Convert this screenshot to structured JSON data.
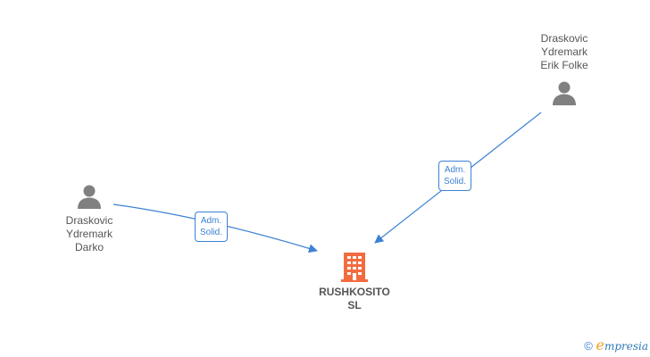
{
  "colors": {
    "edge": "#3b82d4",
    "person": "#808080",
    "company": "#f26c3f",
    "text": "#555555"
  },
  "people": [
    {
      "id": "erik",
      "lines": [
        "Draskovic",
        "Ydremark",
        "Erik Folke"
      ],
      "icon": "person-icon"
    },
    {
      "id": "darko",
      "lines": [
        "Draskovic",
        "Ydremark",
        "Darko"
      ],
      "icon": "person-icon"
    }
  ],
  "company": {
    "lines": [
      "RUSHKOSITO",
      "SL"
    ],
    "icon": "building-icon"
  },
  "relations": [
    {
      "from": "erik",
      "to": "company",
      "label": [
        "Adm.",
        "Solid."
      ]
    },
    {
      "from": "darko",
      "to": "company",
      "label": [
        "Adm.",
        "Solid."
      ]
    }
  ],
  "footer": {
    "copyright_symbol": "©",
    "brand_initial": "e",
    "brand_rest": "mpresia"
  }
}
